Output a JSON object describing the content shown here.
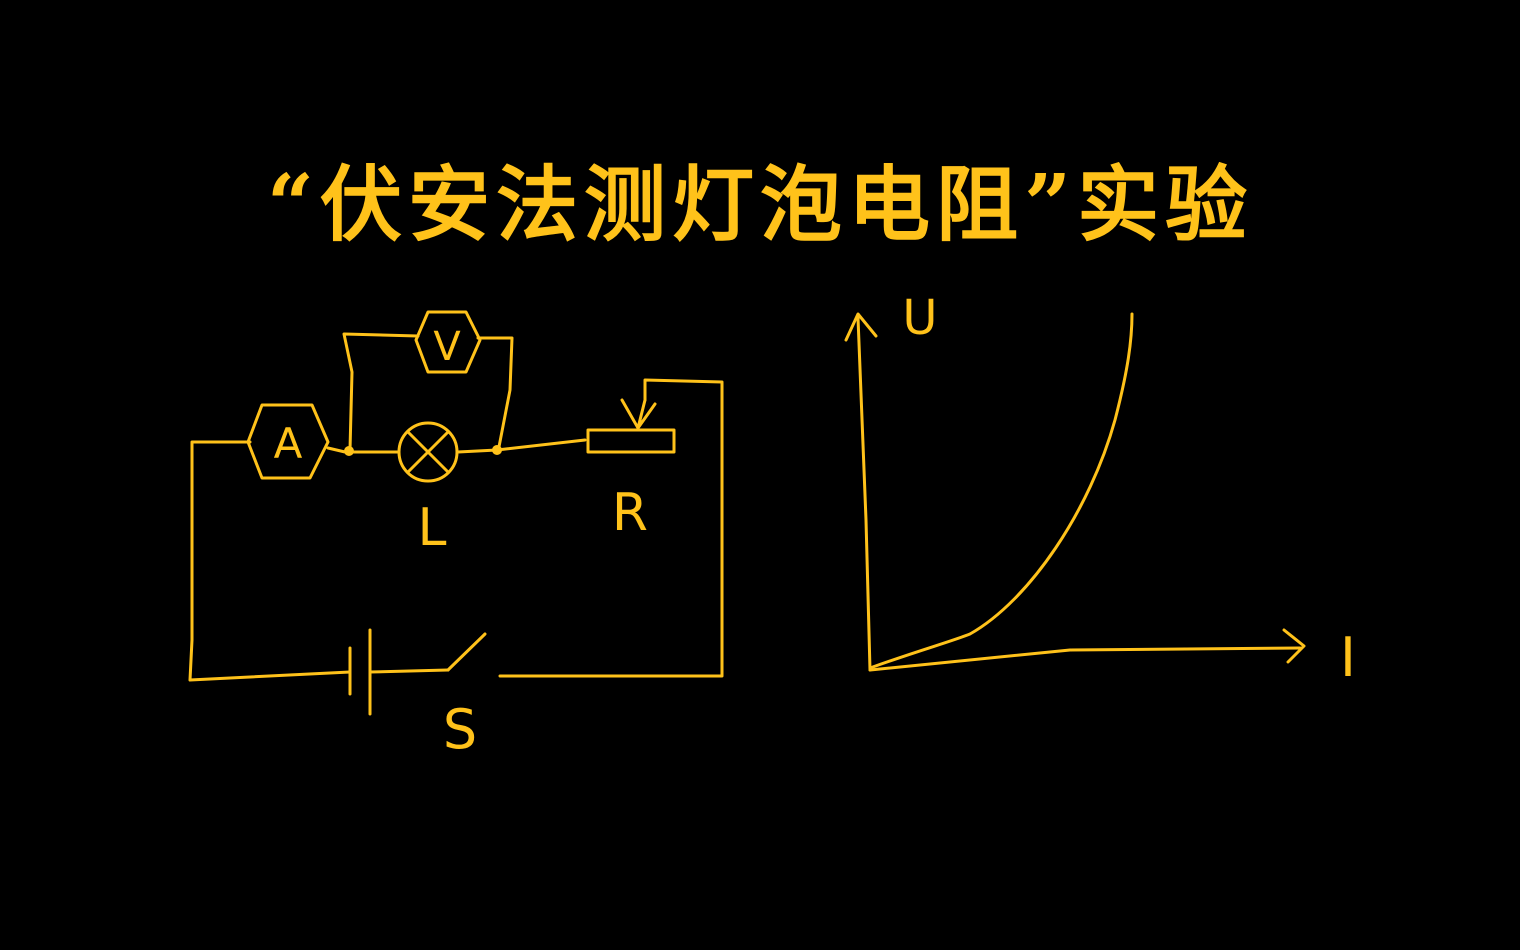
{
  "title": "“伏安法测灯泡电阻”实验",
  "circuit": {
    "ammeter_symbol": "A",
    "voltmeter_symbol": "V",
    "lamp_label": "L",
    "rheostat_label": "R",
    "switch_label": "S"
  },
  "graph": {
    "y_axis_label": "U",
    "x_axis_label": "I"
  },
  "colors": {
    "background": "#000000",
    "ink": "#FFC21A"
  }
}
